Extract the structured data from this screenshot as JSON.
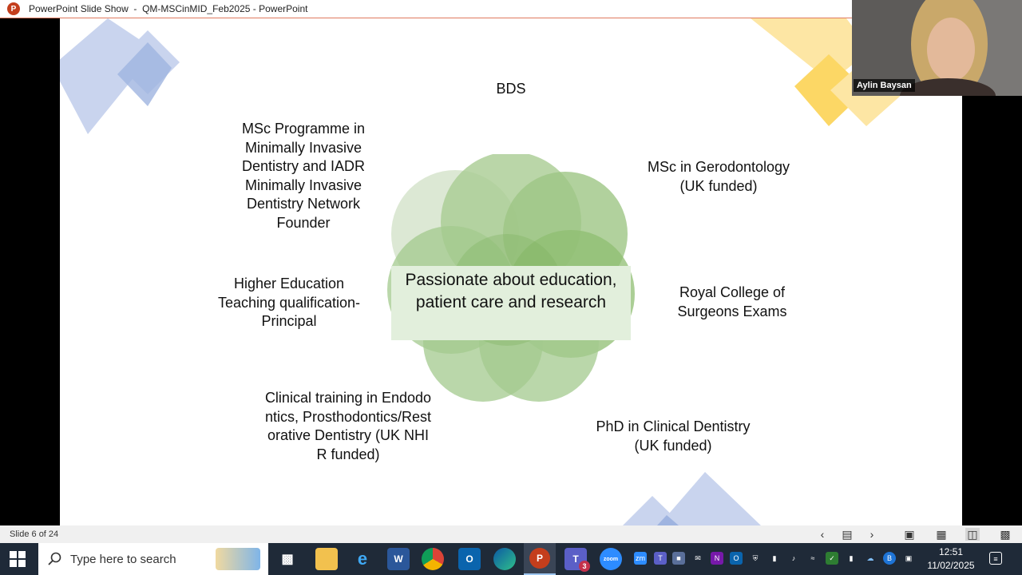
{
  "window": {
    "title": "PowerPoint Slide Show  -  QM-MSCinMID_Feb2025 - PowerPoint",
    "app_icon_letter": "P"
  },
  "slide": {
    "center_text": "Passionate about education, patient care and research",
    "items": {
      "bds": "BDS",
      "msc_mid": "MSc Programme in Minimally Invasive Dentistry and IADR Minimally Invasive Dentistry Network Founder",
      "msc_gero": "MSc in Gerodontology (UK funded)",
      "higher_ed": "Higher Education Teaching qualification- Principal",
      "royal_college": "Royal College of Surgeons Exams",
      "clinical_training": "Clinical training in Endodontics, Prosthodontics/Restorative Dentistry (UK NHIR funded)",
      "phd": "PhD in Clinical Dentistry (UK funded)"
    },
    "colors": {
      "circle_green": "#6aab4f",
      "center_box": "#e2efdc",
      "deco_blue": "#9fb4e0",
      "deco_yellow": "#fcd765"
    }
  },
  "webcam": {
    "participant_name": "Aylin Baysan"
  },
  "statusbar": {
    "slide_counter": "Slide 6 of 24",
    "controls": [
      "previous-icon",
      "slide-sorter-menu-icon",
      "next-icon",
      "normal-view-icon",
      "grid-view-icon",
      "reading-view-icon",
      "presenter-view-icon"
    ]
  },
  "taskbar": {
    "search_placeholder": "Type here to search",
    "time": "12:51",
    "date": "11/02/2025",
    "teams_badge": "3",
    "apps": [
      "task-view",
      "file-explorer",
      "internet-explorer",
      "word",
      "chrome",
      "outlook",
      "edge",
      "powerpoint",
      "teams",
      "zoom"
    ]
  }
}
